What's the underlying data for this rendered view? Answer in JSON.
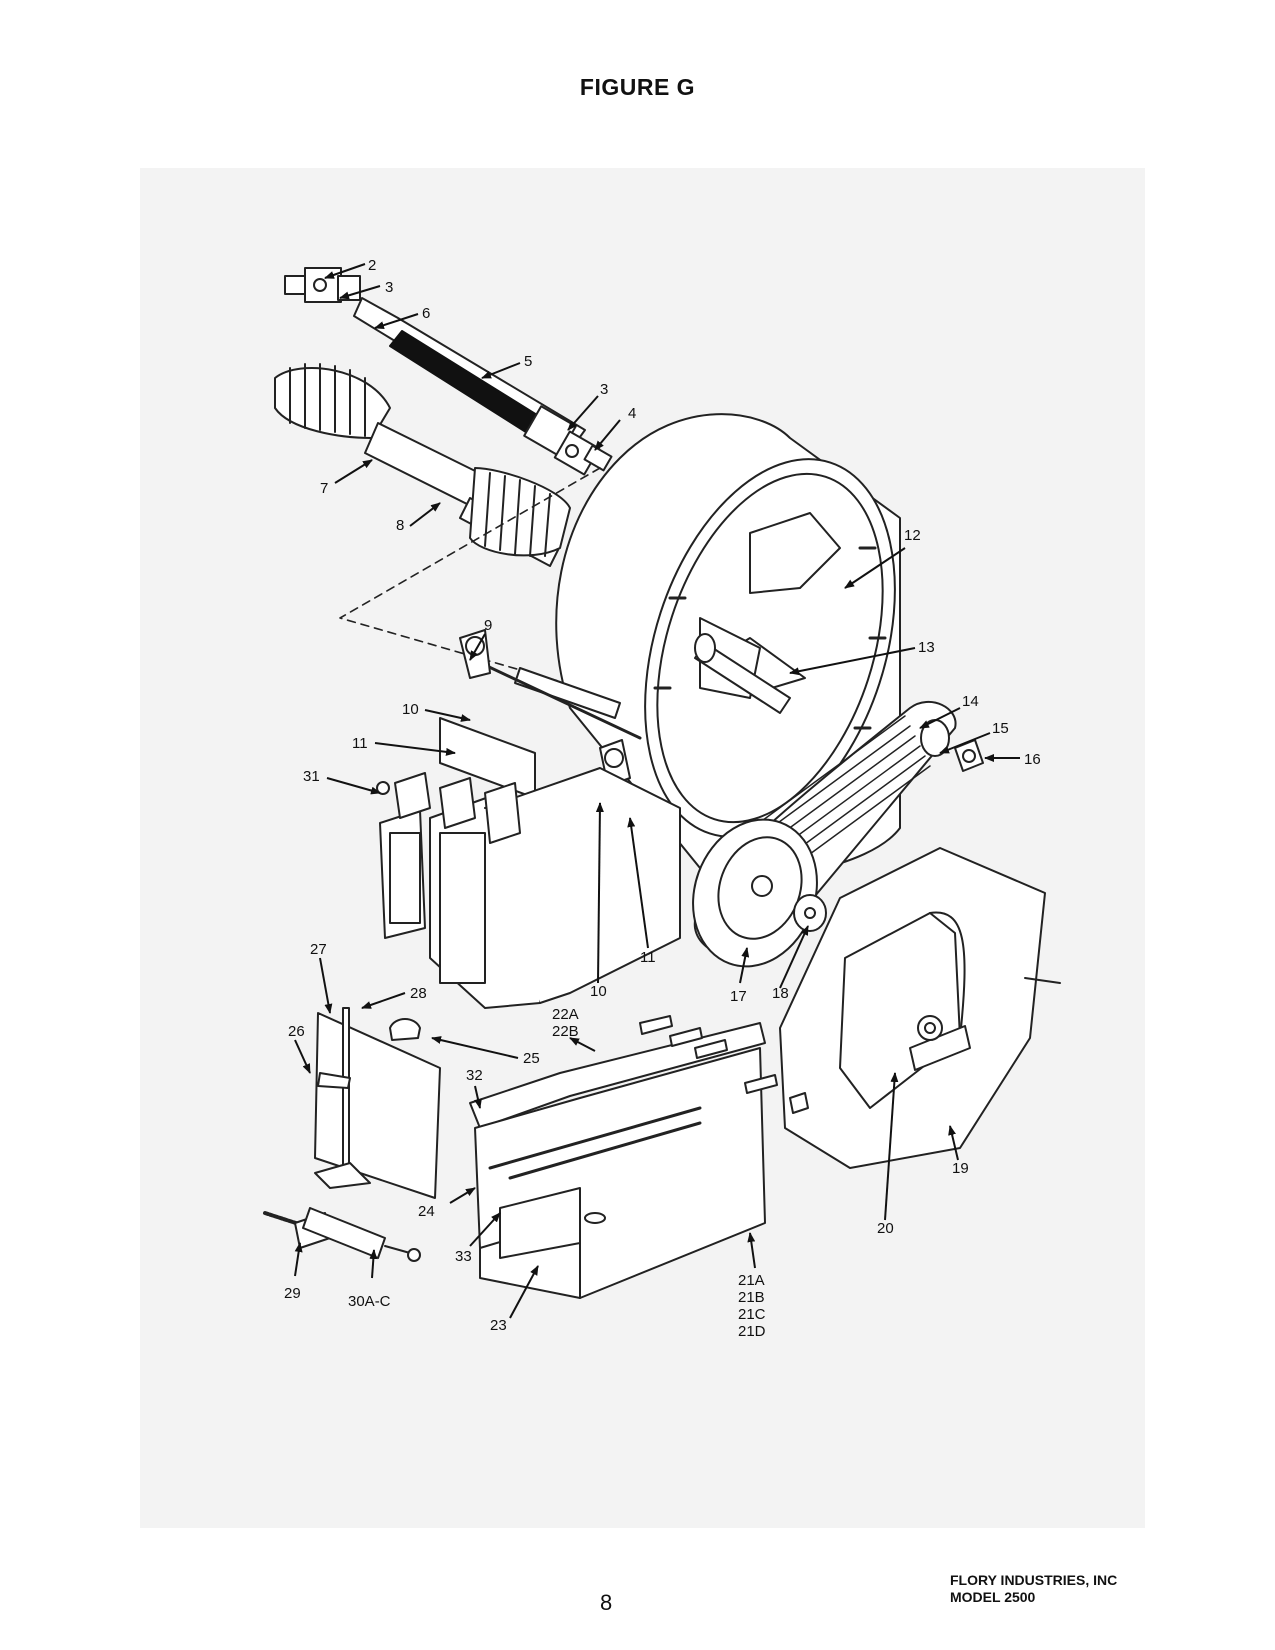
{
  "page": {
    "title": "FIGURE G",
    "page_number": "8",
    "company": "FLORY INDUSTRIES, INC",
    "model": "MODEL 2500"
  },
  "callouts": [
    {
      "id": "c2",
      "text": "2"
    },
    {
      "id": "c3a",
      "text": "3"
    },
    {
      "id": "c6",
      "text": "6"
    },
    {
      "id": "c5",
      "text": "5"
    },
    {
      "id": "c3b",
      "text": "3"
    },
    {
      "id": "c4",
      "text": "4"
    },
    {
      "id": "c7",
      "text": "7"
    },
    {
      "id": "c8",
      "text": "8"
    },
    {
      "id": "c12",
      "text": "12"
    },
    {
      "id": "c13",
      "text": "13"
    },
    {
      "id": "c9",
      "text": "9"
    },
    {
      "id": "c10a",
      "text": "10"
    },
    {
      "id": "c11a",
      "text": "11"
    },
    {
      "id": "c31",
      "text": "31"
    },
    {
      "id": "c14",
      "text": "14"
    },
    {
      "id": "c15",
      "text": "15"
    },
    {
      "id": "c16",
      "text": "16"
    },
    {
      "id": "c11b",
      "text": "11"
    },
    {
      "id": "c10b",
      "text": "10"
    },
    {
      "id": "c17",
      "text": "17"
    },
    {
      "id": "c18",
      "text": "18"
    },
    {
      "id": "c27",
      "text": "27"
    },
    {
      "id": "c28",
      "text": "28"
    },
    {
      "id": "c26",
      "text": "26"
    },
    {
      "id": "c25",
      "text": "25"
    },
    {
      "id": "c22",
      "text": "22A"
    },
    {
      "id": "c22b",
      "text": "22B"
    },
    {
      "id": "c32",
      "text": "32"
    },
    {
      "id": "c19",
      "text": "19"
    },
    {
      "id": "c24",
      "text": "24"
    },
    {
      "id": "c33",
      "text": "33"
    },
    {
      "id": "c20",
      "text": "20"
    },
    {
      "id": "c29",
      "text": "29"
    },
    {
      "id": "c30",
      "text": "30A-C"
    },
    {
      "id": "c21a",
      "text": "21A"
    },
    {
      "id": "c21b",
      "text": "21B"
    },
    {
      "id": "c21c",
      "text": "21C"
    },
    {
      "id": "c21d",
      "text": "21D"
    },
    {
      "id": "c23",
      "text": "23"
    }
  ]
}
